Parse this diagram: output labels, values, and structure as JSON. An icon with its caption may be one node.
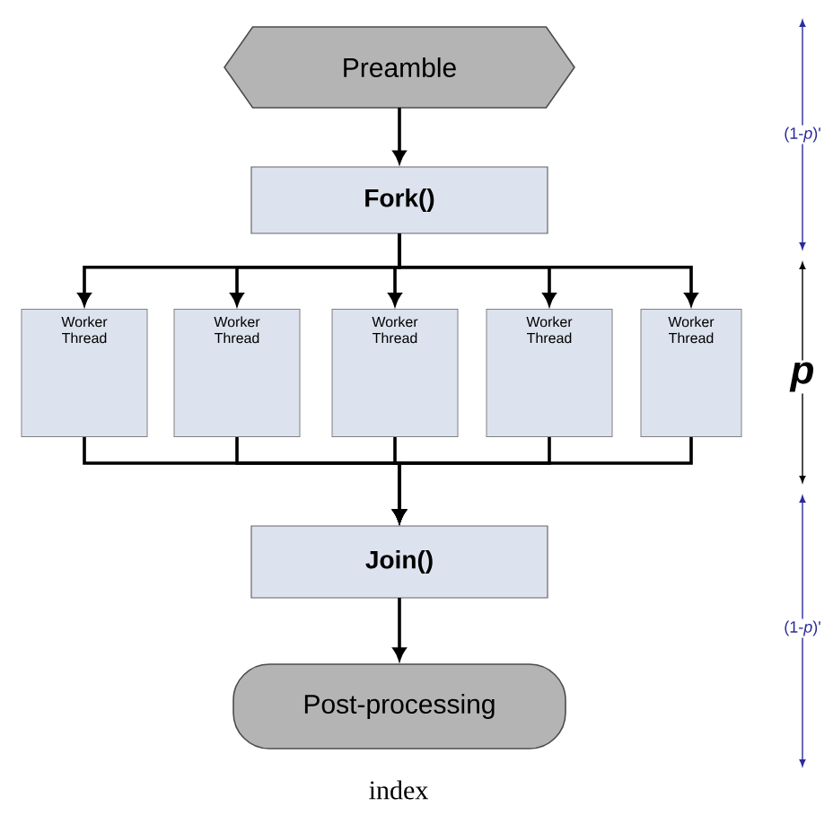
{
  "diagram": {
    "caption": "index",
    "nodes": [
      {
        "text": [
          "Preamble"
        ]
      },
      {
        "text": [
          "Fork()"
        ]
      },
      {
        "text": [
          "Worker Thread"
        ]
      },
      {
        "text": [
          "Worker Thread"
        ]
      },
      {
        "text": [
          "Worker Thread"
        ]
      },
      {
        "text": [
          "Worker Thread"
        ]
      },
      {
        "text": [
          "Worker Thread"
        ]
      },
      {
        "text": [
          "Join()"
        ]
      },
      {
        "text": [
          "Post-processing"
        ]
      }
    ],
    "edges": [
      {
        "from": 0,
        "to": 1,
        "arrow": "to"
      },
      {
        "from": 1,
        "to": 2,
        "arrow": "to"
      },
      {
        "from": 1,
        "to": 3,
        "arrow": "to"
      },
      {
        "from": 1,
        "to": 4,
        "arrow": "to"
      },
      {
        "from": 1,
        "to": 5,
        "arrow": "to"
      },
      {
        "from": 1,
        "to": 6,
        "arrow": "to"
      },
      {
        "from": 2,
        "to": 7,
        "arrow": "to"
      },
      {
        "from": 3,
        "to": 7,
        "arrow": "to"
      },
      {
        "from": 4,
        "to": 7,
        "arrow": "to"
      },
      {
        "from": 5,
        "to": 7,
        "arrow": "to"
      },
      {
        "from": 6,
        "to": 7,
        "arrow": "to"
      },
      {
        "from": 7,
        "to": 8,
        "arrow": "to"
      }
    ],
    "labels": [
      "(1-*p*)'",
      "p",
      "(1-*p*)'"
    ]
  }
}
